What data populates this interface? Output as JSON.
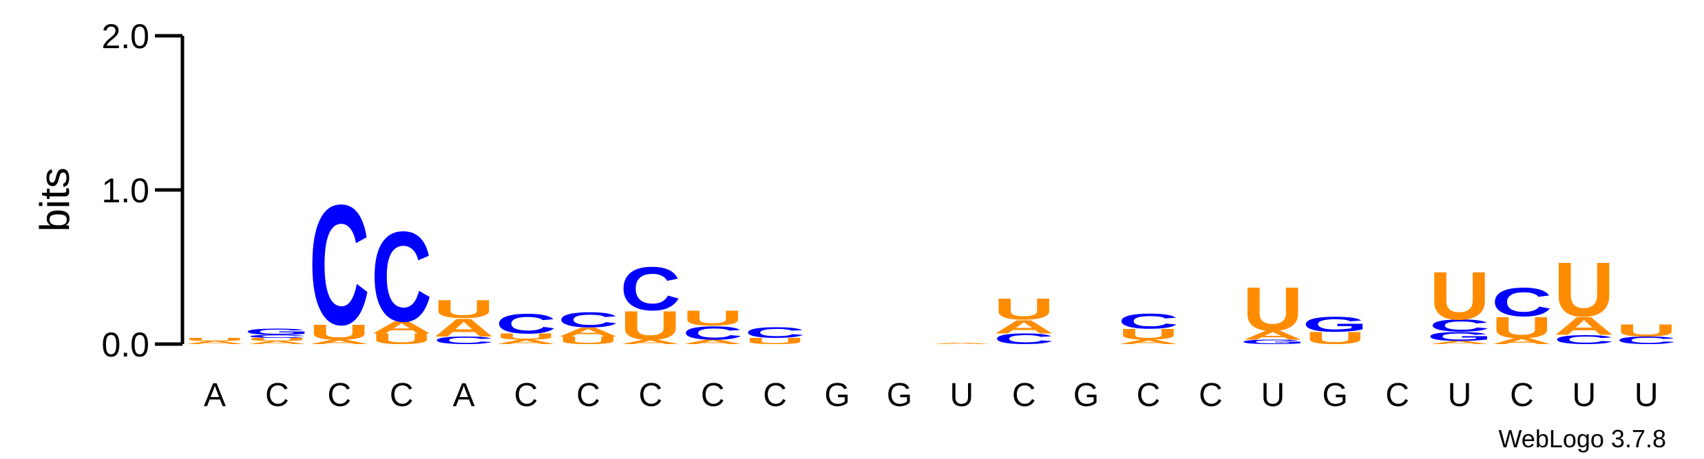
{
  "chart_data": {
    "type": "sequence-logo",
    "ylabel": "bits",
    "ylim": [
      0,
      2.0
    ],
    "yticks": [
      "0.0",
      "1.0",
      "2.0"
    ],
    "credit": "WebLogo 3.7.8",
    "colors": {
      "A": "#ff8c00",
      "U": "#ff8c00",
      "C": "#0000ff",
      "G": "#0000ff"
    },
    "positions": [
      {
        "label": "A",
        "stack": [
          [
            "A",
            0.02
          ],
          [
            "U",
            0.02
          ]
        ]
      },
      {
        "label": "C",
        "stack": [
          [
            "A",
            0.02
          ],
          [
            "U",
            0.02
          ],
          [
            "C",
            0.02
          ],
          [
            "G",
            0.04
          ]
        ]
      },
      {
        "label": "C",
        "stack": [
          [
            "A",
            0.03
          ],
          [
            "U",
            0.1
          ],
          [
            "C",
            0.8
          ]
        ]
      },
      {
        "label": "C",
        "stack": [
          [
            "U",
            0.07
          ],
          [
            "A",
            0.08
          ],
          [
            "C",
            0.6
          ]
        ]
      },
      {
        "label": "A",
        "stack": [
          [
            "C",
            0.05
          ],
          [
            "A",
            0.12
          ],
          [
            "U",
            0.12
          ]
        ]
      },
      {
        "label": "C",
        "stack": [
          [
            "A",
            0.03
          ],
          [
            "U",
            0.04
          ],
          [
            "C",
            0.13
          ]
        ]
      },
      {
        "label": "C",
        "stack": [
          [
            "U",
            0.05
          ],
          [
            "A",
            0.06
          ],
          [
            "C",
            0.1
          ]
        ]
      },
      {
        "label": "C",
        "stack": [
          [
            "A",
            0.03
          ],
          [
            "U",
            0.19
          ],
          [
            "C",
            0.29
          ]
        ]
      },
      {
        "label": "C",
        "stack": [
          [
            "A",
            0.03
          ],
          [
            "C",
            0.09
          ],
          [
            "U",
            0.1
          ]
        ]
      },
      {
        "label": "C",
        "stack": [
          [
            "U",
            0.04
          ],
          [
            "C",
            0.07
          ]
        ]
      },
      {
        "label": "G",
        "stack": []
      },
      {
        "label": "G",
        "stack": []
      },
      {
        "label": "U",
        "stack": [
          [
            "A",
            0.01
          ]
        ]
      },
      {
        "label": "C",
        "stack": [
          [
            "C",
            0.07
          ],
          [
            "A",
            0.09
          ],
          [
            "U",
            0.14
          ]
        ]
      },
      {
        "label": "G",
        "stack": []
      },
      {
        "label": "C",
        "stack": [
          [
            "A",
            0.03
          ],
          [
            "U",
            0.07
          ],
          [
            "C",
            0.1
          ]
        ]
      },
      {
        "label": "C",
        "stack": []
      },
      {
        "label": "U",
        "stack": [
          [
            "G",
            0.03
          ],
          [
            "A",
            0.06
          ],
          [
            "U",
            0.29
          ]
        ]
      },
      {
        "label": "G",
        "stack": [
          [
            "U",
            0.08
          ],
          [
            "G",
            0.1
          ]
        ]
      },
      {
        "label": "C",
        "stack": []
      },
      {
        "label": "U",
        "stack": [
          [
            "A",
            0.02
          ],
          [
            "G",
            0.06
          ],
          [
            "C",
            0.08
          ],
          [
            "U",
            0.32
          ]
        ]
      },
      {
        "label": "C",
        "stack": [
          [
            "A",
            0.04
          ],
          [
            "U",
            0.14
          ],
          [
            "C",
            0.19
          ]
        ]
      },
      {
        "label": "U",
        "stack": [
          [
            "C",
            0.06
          ],
          [
            "A",
            0.12
          ],
          [
            "U",
            0.36
          ]
        ]
      },
      {
        "label": "U",
        "stack": [
          [
            "C",
            0.05
          ],
          [
            "U",
            0.08
          ]
        ]
      }
    ]
  }
}
